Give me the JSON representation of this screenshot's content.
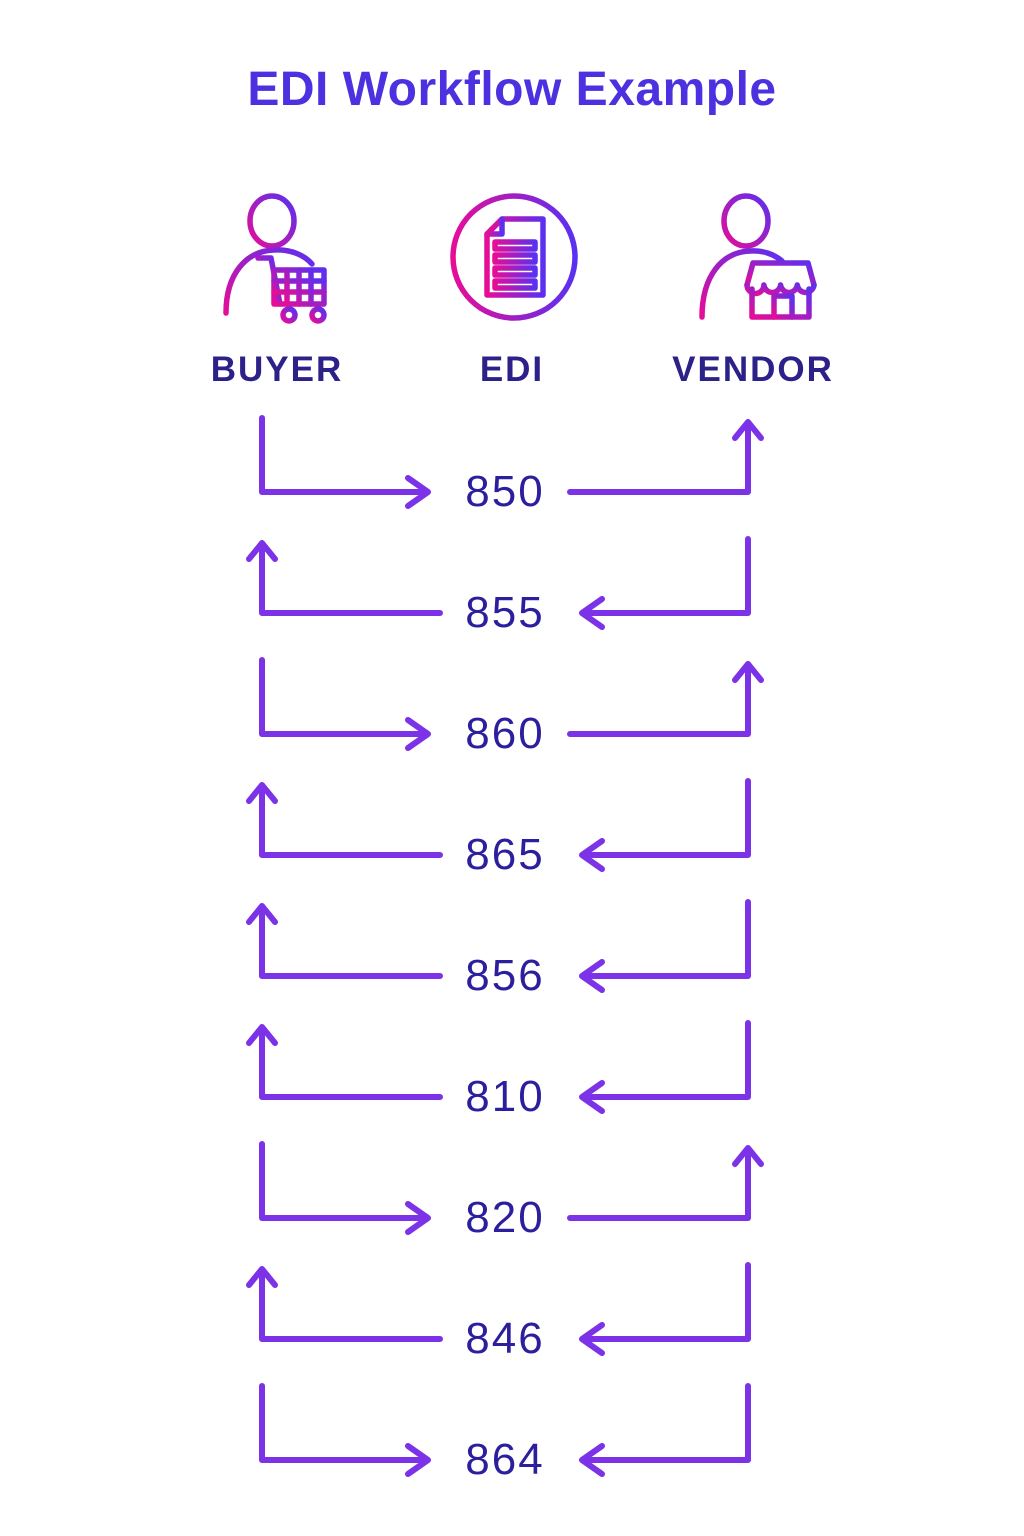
{
  "title": "EDI Workflow Example",
  "colors": {
    "title": "#4B31DF",
    "label": "#2B2189",
    "code": "#2C1F9E",
    "arrow": "#7C33E8",
    "grad_start": "#E60D98",
    "grad_end": "#5B30F0",
    "background": "#FFFFFF"
  },
  "actors": [
    {
      "id": "buyer",
      "label": "BUYER",
      "icon": "buyer-cart-icon"
    },
    {
      "id": "edi",
      "label": "EDI",
      "icon": "edi-document-icon"
    },
    {
      "id": "vendor",
      "label": "VENDOR",
      "icon": "vendor-store-icon"
    }
  ],
  "rows": [
    {
      "code": "850",
      "direction": "buyer_to_vendor"
    },
    {
      "code": "855",
      "direction": "vendor_to_buyer"
    },
    {
      "code": "860",
      "direction": "buyer_to_vendor"
    },
    {
      "code": "865",
      "direction": "vendor_to_buyer"
    },
    {
      "code": "856",
      "direction": "vendor_to_buyer"
    },
    {
      "code": "810",
      "direction": "vendor_to_buyer"
    },
    {
      "code": "820",
      "direction": "buyer_to_vendor"
    },
    {
      "code": "846",
      "direction": "vendor_to_buyer"
    },
    {
      "code": "864",
      "direction": "both_to_center"
    }
  ]
}
